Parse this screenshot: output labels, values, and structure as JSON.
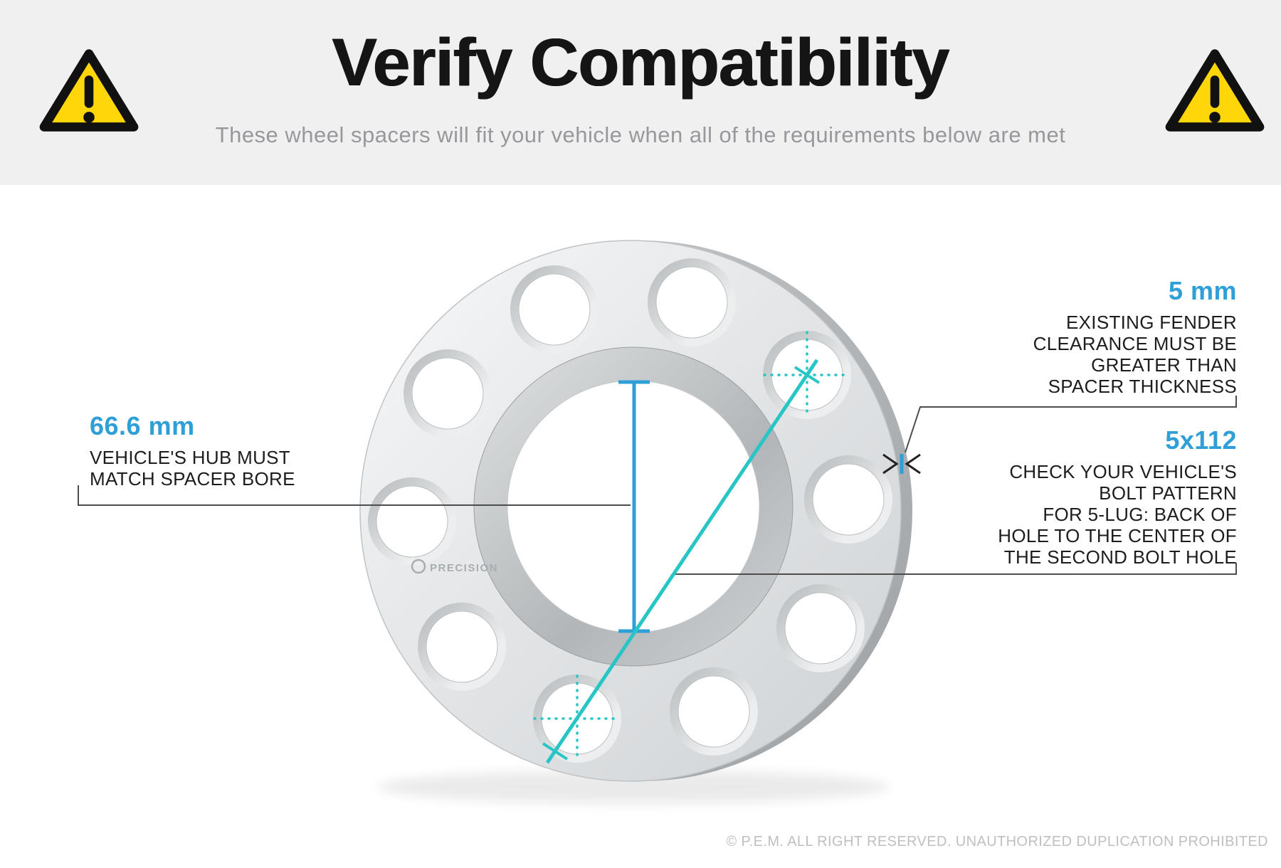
{
  "header": {
    "title": "Verify Compatibility",
    "subtitle": "These wheel spacers will fit your vehicle when all of the requirements below are met"
  },
  "callouts": {
    "hub_bore": {
      "value": "66.6 mm",
      "text": "VEHICLE'S HUB MUST\nMATCH SPACER BORE"
    },
    "thickness": {
      "value": "5 mm",
      "text": "EXISTING FENDER\nCLEARANCE MUST BE\nGREATER THAN\nSPACER THICKNESS"
    },
    "bolt_pattern": {
      "value": "5x112",
      "text": "CHECK YOUR VEHICLE'S\nBOLT PATTERN\nFOR 5-LUG: BACK OF\nHOLE TO THE CENTER OF\nTHE SECOND BOLT HOLE"
    }
  },
  "spacer": {
    "watermark": "PRECISION"
  },
  "footer": {
    "copyright": "© P.E.M. ALL RIGHT RESERVED. UNAUTHORIZED DUPLICATION PROHIBITED"
  },
  "colors": {
    "accent_blue": "#2f9fd8",
    "accent_teal": "#27c5c5",
    "warning_yellow": "#FFD60A"
  }
}
